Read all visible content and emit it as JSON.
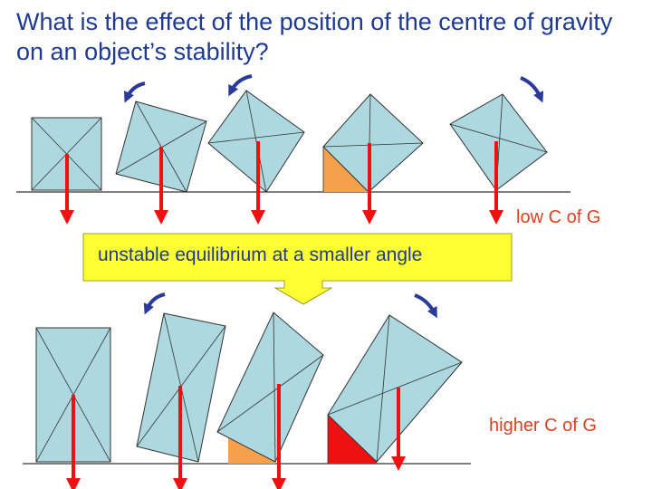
{
  "title": "What is the effect of the position of the centre of gravity on an object’s stability?",
  "labels": {
    "low": "low C of G",
    "high": "higher C of G",
    "callout": "unstable equilibrium at a smaller angle"
  },
  "colors": {
    "title": "#1f3a93",
    "box_fill": "#add8df",
    "outline": "#333333",
    "gravity_arrow": "#ee1111",
    "rotation_arrow": "#2a3a9a",
    "callout_fill": "#ffff33",
    "label": "#e0401e",
    "base_orange": "#f5a04a",
    "base_red": "#ee1111"
  },
  "icons": [
    "rotation-arrow-icon",
    "gravity-arrow-icon"
  ]
}
